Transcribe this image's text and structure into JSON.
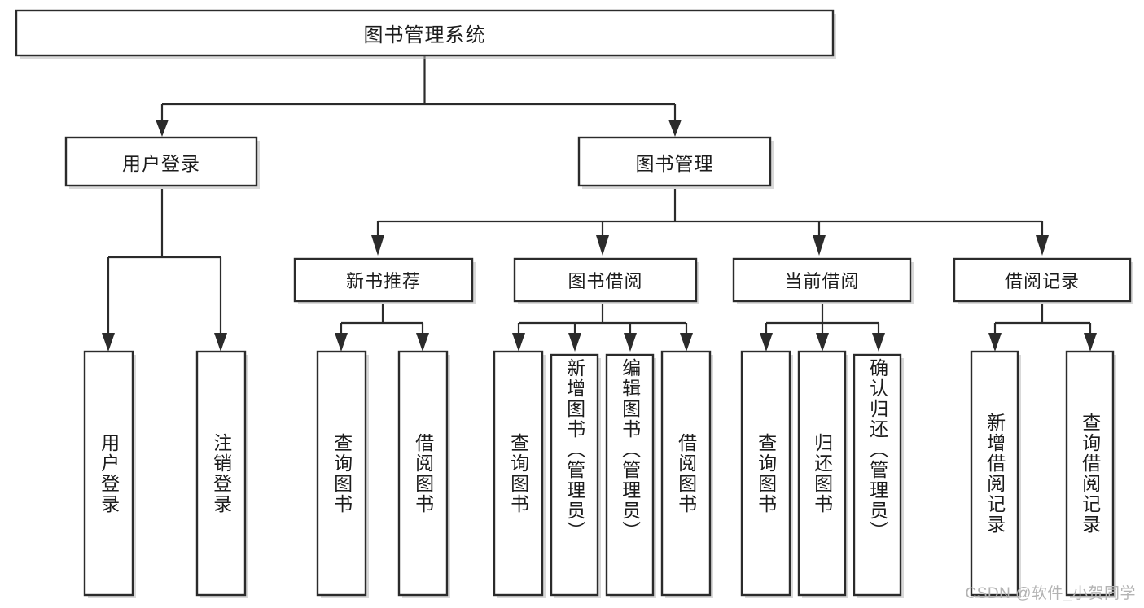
{
  "diagram": {
    "type": "hierarchy-tree",
    "title": "图书管理系统",
    "watermark": "CSDN @软件_小贺同学",
    "colors": {
      "box_fill": "#ffffff",
      "box_stroke": "#2b2b2b",
      "text": "#1c1c1c",
      "watermark": "#b3b3b3",
      "background": "#ffffff"
    },
    "nodes": {
      "root": {
        "label": "图书管理系统"
      },
      "level2": [
        {
          "id": "user-login",
          "label": "用户登录"
        },
        {
          "id": "book-management",
          "label": "图书管理"
        }
      ],
      "level3": [
        {
          "id": "new-book-recommend",
          "label": "新书推荐"
        },
        {
          "id": "book-borrow",
          "label": "图书借阅"
        },
        {
          "id": "current-borrow",
          "label": "当前借阅"
        },
        {
          "id": "borrow-record",
          "label": "借阅记录"
        }
      ],
      "leaves": {
        "user-login": [
          {
            "id": "leaf-user-login",
            "label": "用户登录"
          },
          {
            "id": "leaf-logout-login",
            "label": "注销登录"
          }
        ],
        "new-book-recommend": [
          {
            "id": "leaf-query-book-1",
            "label": "查询图书"
          },
          {
            "id": "leaf-borrow-book-1",
            "label": "借阅图书"
          }
        ],
        "book-borrow": [
          {
            "id": "leaf-query-book-2",
            "label": "查询图书"
          },
          {
            "id": "leaf-add-book",
            "label": "新增图书（管理员）"
          },
          {
            "id": "leaf-edit-book",
            "label": "编辑图书（管理员）"
          },
          {
            "id": "leaf-borrow-book-2",
            "label": "借阅图书"
          }
        ],
        "current-borrow": [
          {
            "id": "leaf-query-book-3",
            "label": "查询图书"
          },
          {
            "id": "leaf-return-book",
            "label": "归还图书"
          },
          {
            "id": "leaf-confirm-return",
            "label": "确认归还（管理员）"
          }
        ],
        "borrow-record": [
          {
            "id": "leaf-add-record",
            "label": "新增借阅记录"
          },
          {
            "id": "leaf-query-record",
            "label": "查询借阅记录"
          }
        ]
      }
    }
  }
}
